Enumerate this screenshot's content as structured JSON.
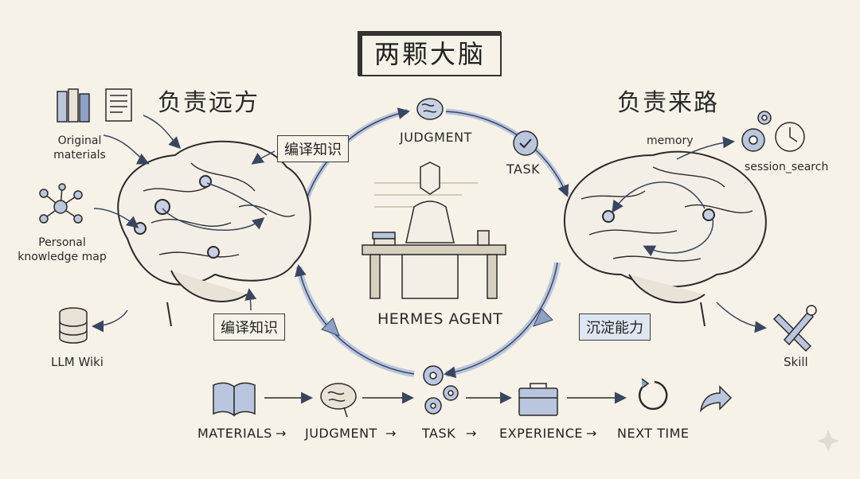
{
  "title": "两颗大脑",
  "left_brain": {
    "heading": "负责远方",
    "sources": [
      {
        "label": "Original\nmaterials",
        "icon": "books-document-icon"
      },
      {
        "label": "Personal\nknowledge map",
        "icon": "network-graph-icon"
      },
      {
        "label": "LLM Wiki",
        "icon": "database-icon"
      }
    ],
    "notes": [
      "编译知识",
      "编译知识"
    ]
  },
  "right_brain": {
    "heading": "负责来路",
    "items": [
      {
        "label": "memory",
        "icon": "gear-icon"
      },
      {
        "label": "session_search",
        "icon": "clock-icon"
      },
      {
        "label": "Skill",
        "icon": "wrench-screwdriver-icon"
      }
    ],
    "note": "沉淀能力"
  },
  "cycle": {
    "judgment": "JUDGMENT",
    "task": "TASK",
    "agent": "HERMES AGENT"
  },
  "flow": {
    "steps": [
      "MATERIALS",
      "JUDGMENT",
      "TASK",
      "EXPERIENCE",
      "NEXT TIME"
    ],
    "arrow": "→"
  },
  "colors": {
    "background": "#f6f2e8",
    "accent_blue": "#b9c6dd",
    "ink": "#2a2a2a"
  }
}
